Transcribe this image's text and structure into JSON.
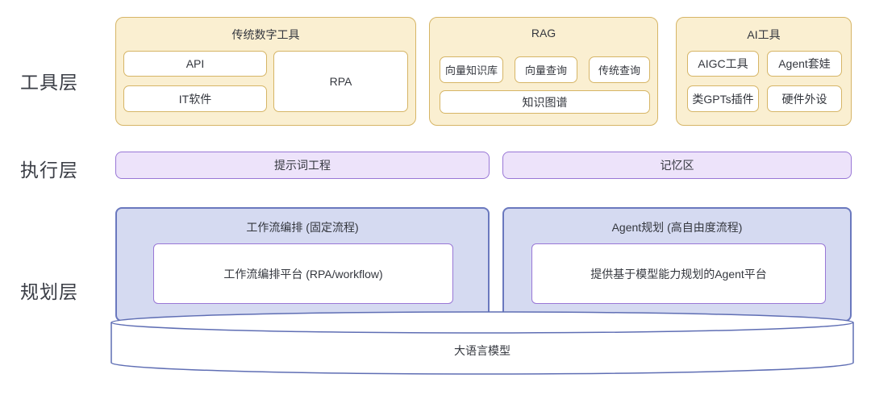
{
  "layers": {
    "tools_label": "工具层",
    "execution_label": "执行层",
    "planning_label": "规划层"
  },
  "tool_layer": {
    "groups": [
      {
        "title": "传统数字工具",
        "items": [
          "API",
          "IT软件",
          "RPA"
        ]
      },
      {
        "title": "RAG",
        "items": [
          "向量知识库",
          "向量查询",
          "传统查询",
          "知识图谱"
        ]
      },
      {
        "title": "AI工具",
        "items": [
          "AIGC工具",
          "Agent套娃",
          "类GPTs插件",
          "硬件外设"
        ]
      }
    ]
  },
  "execution_layer": {
    "prompt_engineering": "提示词工程",
    "memory_zone": "记忆区"
  },
  "planning_layer": {
    "workflow": {
      "title": "工作流编排 (固定流程)",
      "platform": "工作流编排平台 (RPA/workflow)"
    },
    "agent": {
      "title": "Agent规划 (高自由度流程)",
      "platform": "提供基于模型能力规划的Agent平台"
    }
  },
  "foundation": {
    "llm_label": "大语言模型"
  },
  "colors": {
    "tool_group_fill": "#faefd1",
    "tool_group_border": "#d6b566",
    "execution_fill": "#ede3fa",
    "execution_border": "#9977d6",
    "planning_fill": "#d5daf1",
    "planning_border": "#6a78be",
    "inner_box_border": "#9977d6",
    "cylinder_stroke": "#5f6eb4",
    "text": "#34373e"
  }
}
